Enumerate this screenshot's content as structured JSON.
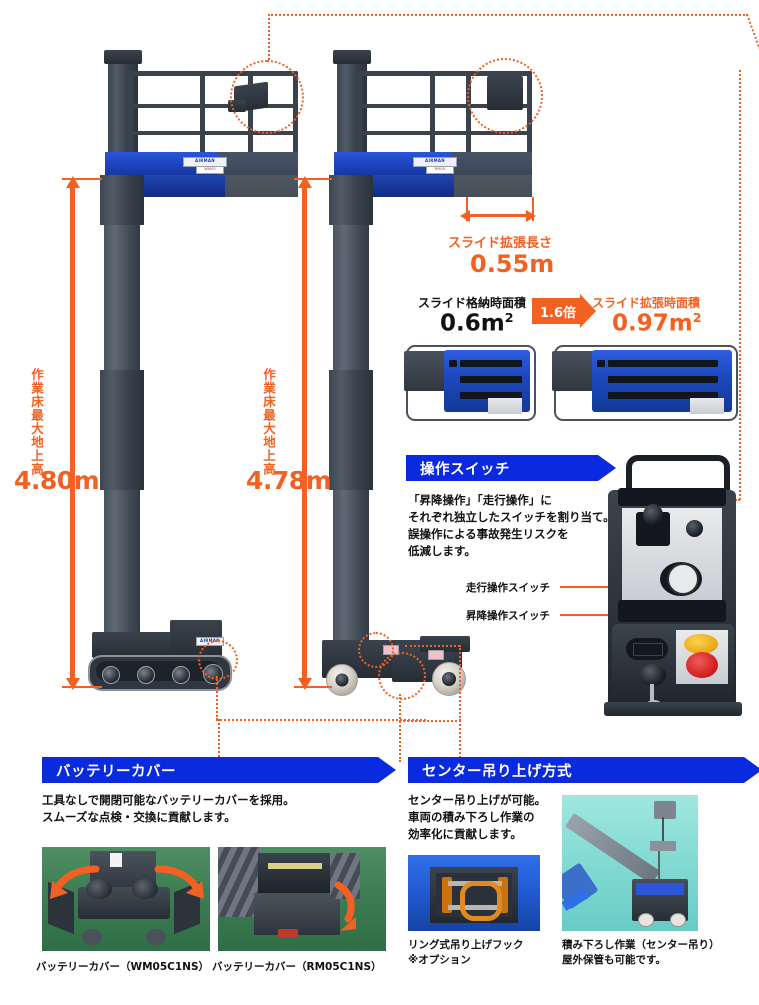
{
  "measurements": {
    "left_machine": {
      "vertical_label": "作業床最大地上高",
      "value": "4.80m"
    },
    "right_machine": {
      "vertical_label": "作業床最大地上高",
      "value": "4.78m"
    },
    "slide_extension": {
      "label": "スライド拡張長さ",
      "value": "0.55m"
    }
  },
  "area_comparison": {
    "stowed": {
      "label": "スライド格納時面積",
      "value": "0.6",
      "unit": "m",
      "exponent": "2"
    },
    "multiplier_badge": "1.6倍",
    "extended": {
      "label": "スライド拡張時面積",
      "value": "0.97",
      "unit": "m",
      "exponent": "2"
    }
  },
  "operation_switch": {
    "heading": "操作スイッチ",
    "body_lines": [
      "「昇降操作」「走行操作」に",
      "それぞれ独立したスイッチを割り当て。",
      "誤操作による事故発生リスクを",
      "低減します。"
    ],
    "callouts": {
      "drive": "走行操作スイッチ",
      "lift": "昇降操作スイッチ"
    }
  },
  "battery_cover": {
    "heading": "バッテリーカバー",
    "body_lines": [
      "工具なしで開閉可能なバッテリーカバーを採用。",
      "スムーズな点検・交換に貢献します。"
    ],
    "captions": [
      "バッテリーカバー（WM05C1NS）",
      "バッテリーカバー（RM05C1NS）"
    ]
  },
  "center_lift": {
    "heading": "センター吊り上げ方式",
    "body_lines": [
      "センター吊り上げが可能。",
      "車両の積み下ろし作業の",
      "効率化に貢献します。"
    ],
    "captions": [
      [
        "リング式吊り上げフック",
        "※オプション"
      ],
      [
        "積み下ろし作業（センター吊り）",
        "屋外保管も可能です。"
      ]
    ]
  },
  "colors": {
    "orange": "#f26122",
    "blue_header": "#0a2ae0",
    "platform_blue": "#1e46c4",
    "machine_dark": "#39424d"
  }
}
